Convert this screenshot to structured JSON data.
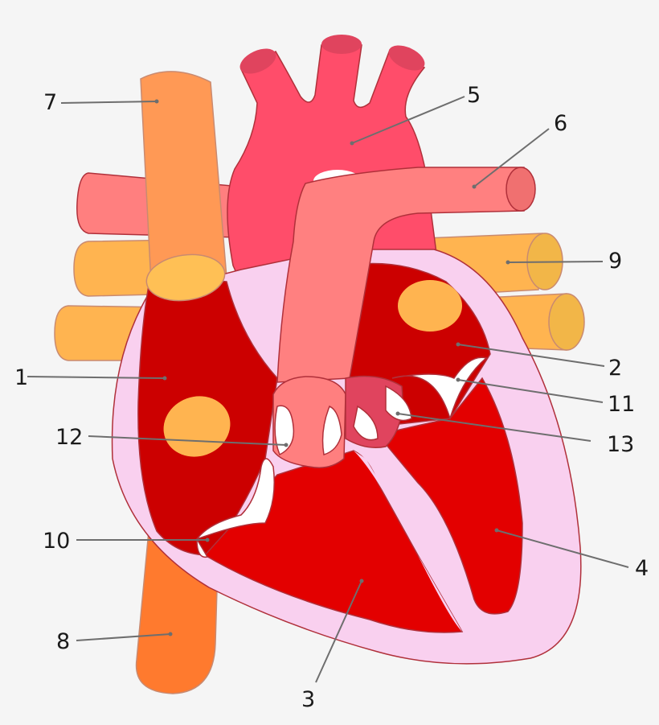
{
  "diagram": {
    "labels": [
      {
        "id": "1",
        "text": "1"
      },
      {
        "id": "2",
        "text": "2"
      },
      {
        "id": "3",
        "text": "3"
      },
      {
        "id": "4",
        "text": "4"
      },
      {
        "id": "5",
        "text": "5"
      },
      {
        "id": "6",
        "text": "6"
      },
      {
        "id": "7",
        "text": "7"
      },
      {
        "id": "8",
        "text": "8"
      },
      {
        "id": "9",
        "text": "9"
      },
      {
        "id": "10",
        "text": "10"
      },
      {
        "id": "11",
        "text": "11"
      },
      {
        "id": "12",
        "text": "12"
      },
      {
        "id": "13",
        "text": "13"
      }
    ],
    "colors": {
      "background": "#f5f5f5",
      "pericardium": "#f9d0ef",
      "right_heart": "#cc0000",
      "left_heart": "#e30000",
      "aorta": "#ff4d6a",
      "pulmonary_artery": "#ff7f7f",
      "pulmonary_artery_light": "#ff8a80",
      "superior_vena_cava": "#ff9955",
      "inferior_vena_cava": "#ff7a2e",
      "pulmonary_veins": "#ffb450",
      "valves": "#ffffff",
      "label_text": "#1a1a1a",
      "leader_lines": "#6e6e6e"
    }
  }
}
